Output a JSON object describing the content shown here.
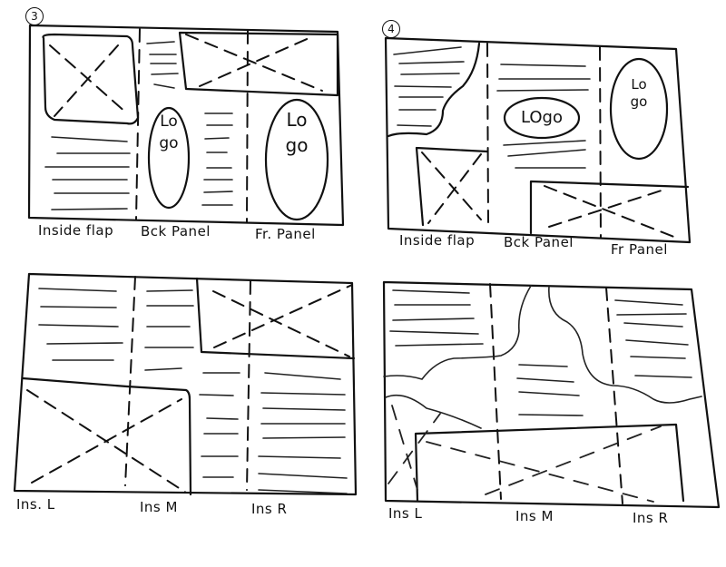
{
  "sketches": [
    {
      "number": "3",
      "panel_labels": [
        "Inside flap",
        "Bck Panel",
        "Fr. Panel"
      ],
      "logos": [
        "Logo",
        "Logo"
      ]
    },
    {
      "number": "4",
      "panel_labels": [
        "Inside flap",
        "Bck Panel",
        "Fr Panel"
      ],
      "logos": [
        "LOgo",
        "Logo"
      ]
    },
    {
      "number": "",
      "panel_labels": [
        "Ins. L",
        "Ins M",
        "Ins R"
      ],
      "logos": []
    },
    {
      "number": "",
      "panel_labels": [
        "Ins L",
        "Ins M",
        "Ins R"
      ],
      "logos": []
    }
  ],
  "colors": {
    "ink": "#111111",
    "paper": "#ffffff"
  }
}
